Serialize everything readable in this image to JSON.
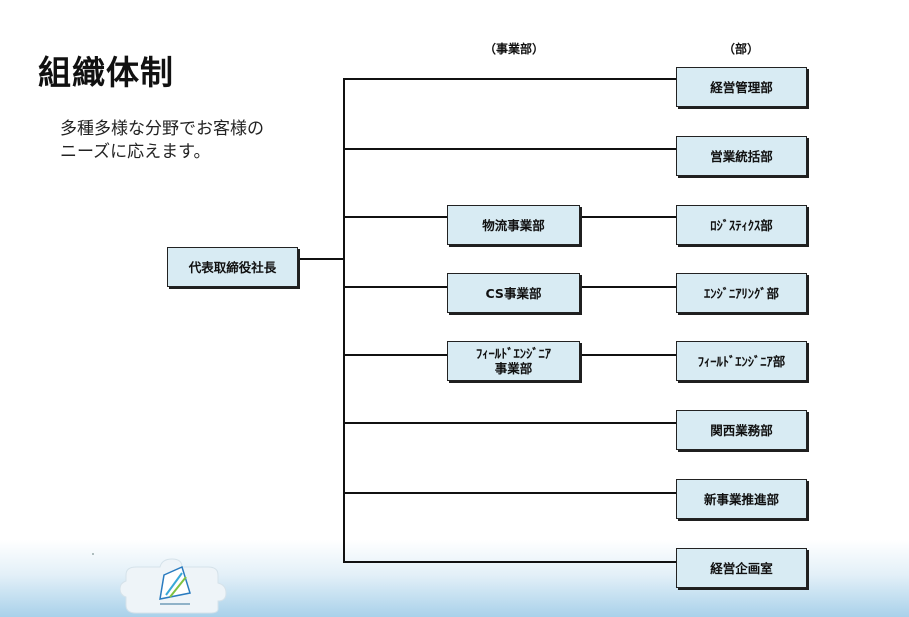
{
  "title": "組織体制",
  "subtitle": "多種多様な分野でお客様の\nニーズに応えます。",
  "headers": {
    "division": "（事業部）",
    "department": "（部）"
  },
  "root": "代表取締役社長",
  "divisions": {
    "logistics": "物流事業部",
    "cs": "CS事業部",
    "field": "ﾌｨｰﾙﾄﾞｴﾝｼﾞﾆｱ\n事業部"
  },
  "departments": [
    "経営管理部",
    "営業統括部",
    "ﾛｼﾞｽﾃｨｸｽ部",
    "ｴﾝｼﾞﾆｱﾘﾝｸﾞ部",
    "ﾌｨｰﾙﾄﾞｴﾝｼﾞﾆｱ部",
    "関西業務部",
    "新事業推進部",
    "経営企画室"
  ],
  "icons": {
    "logo": "puzzle-logo-icon"
  },
  "colors": {
    "box_fill": "#d8ebf3",
    "line": "#111111",
    "band": "#a9d1ea"
  }
}
